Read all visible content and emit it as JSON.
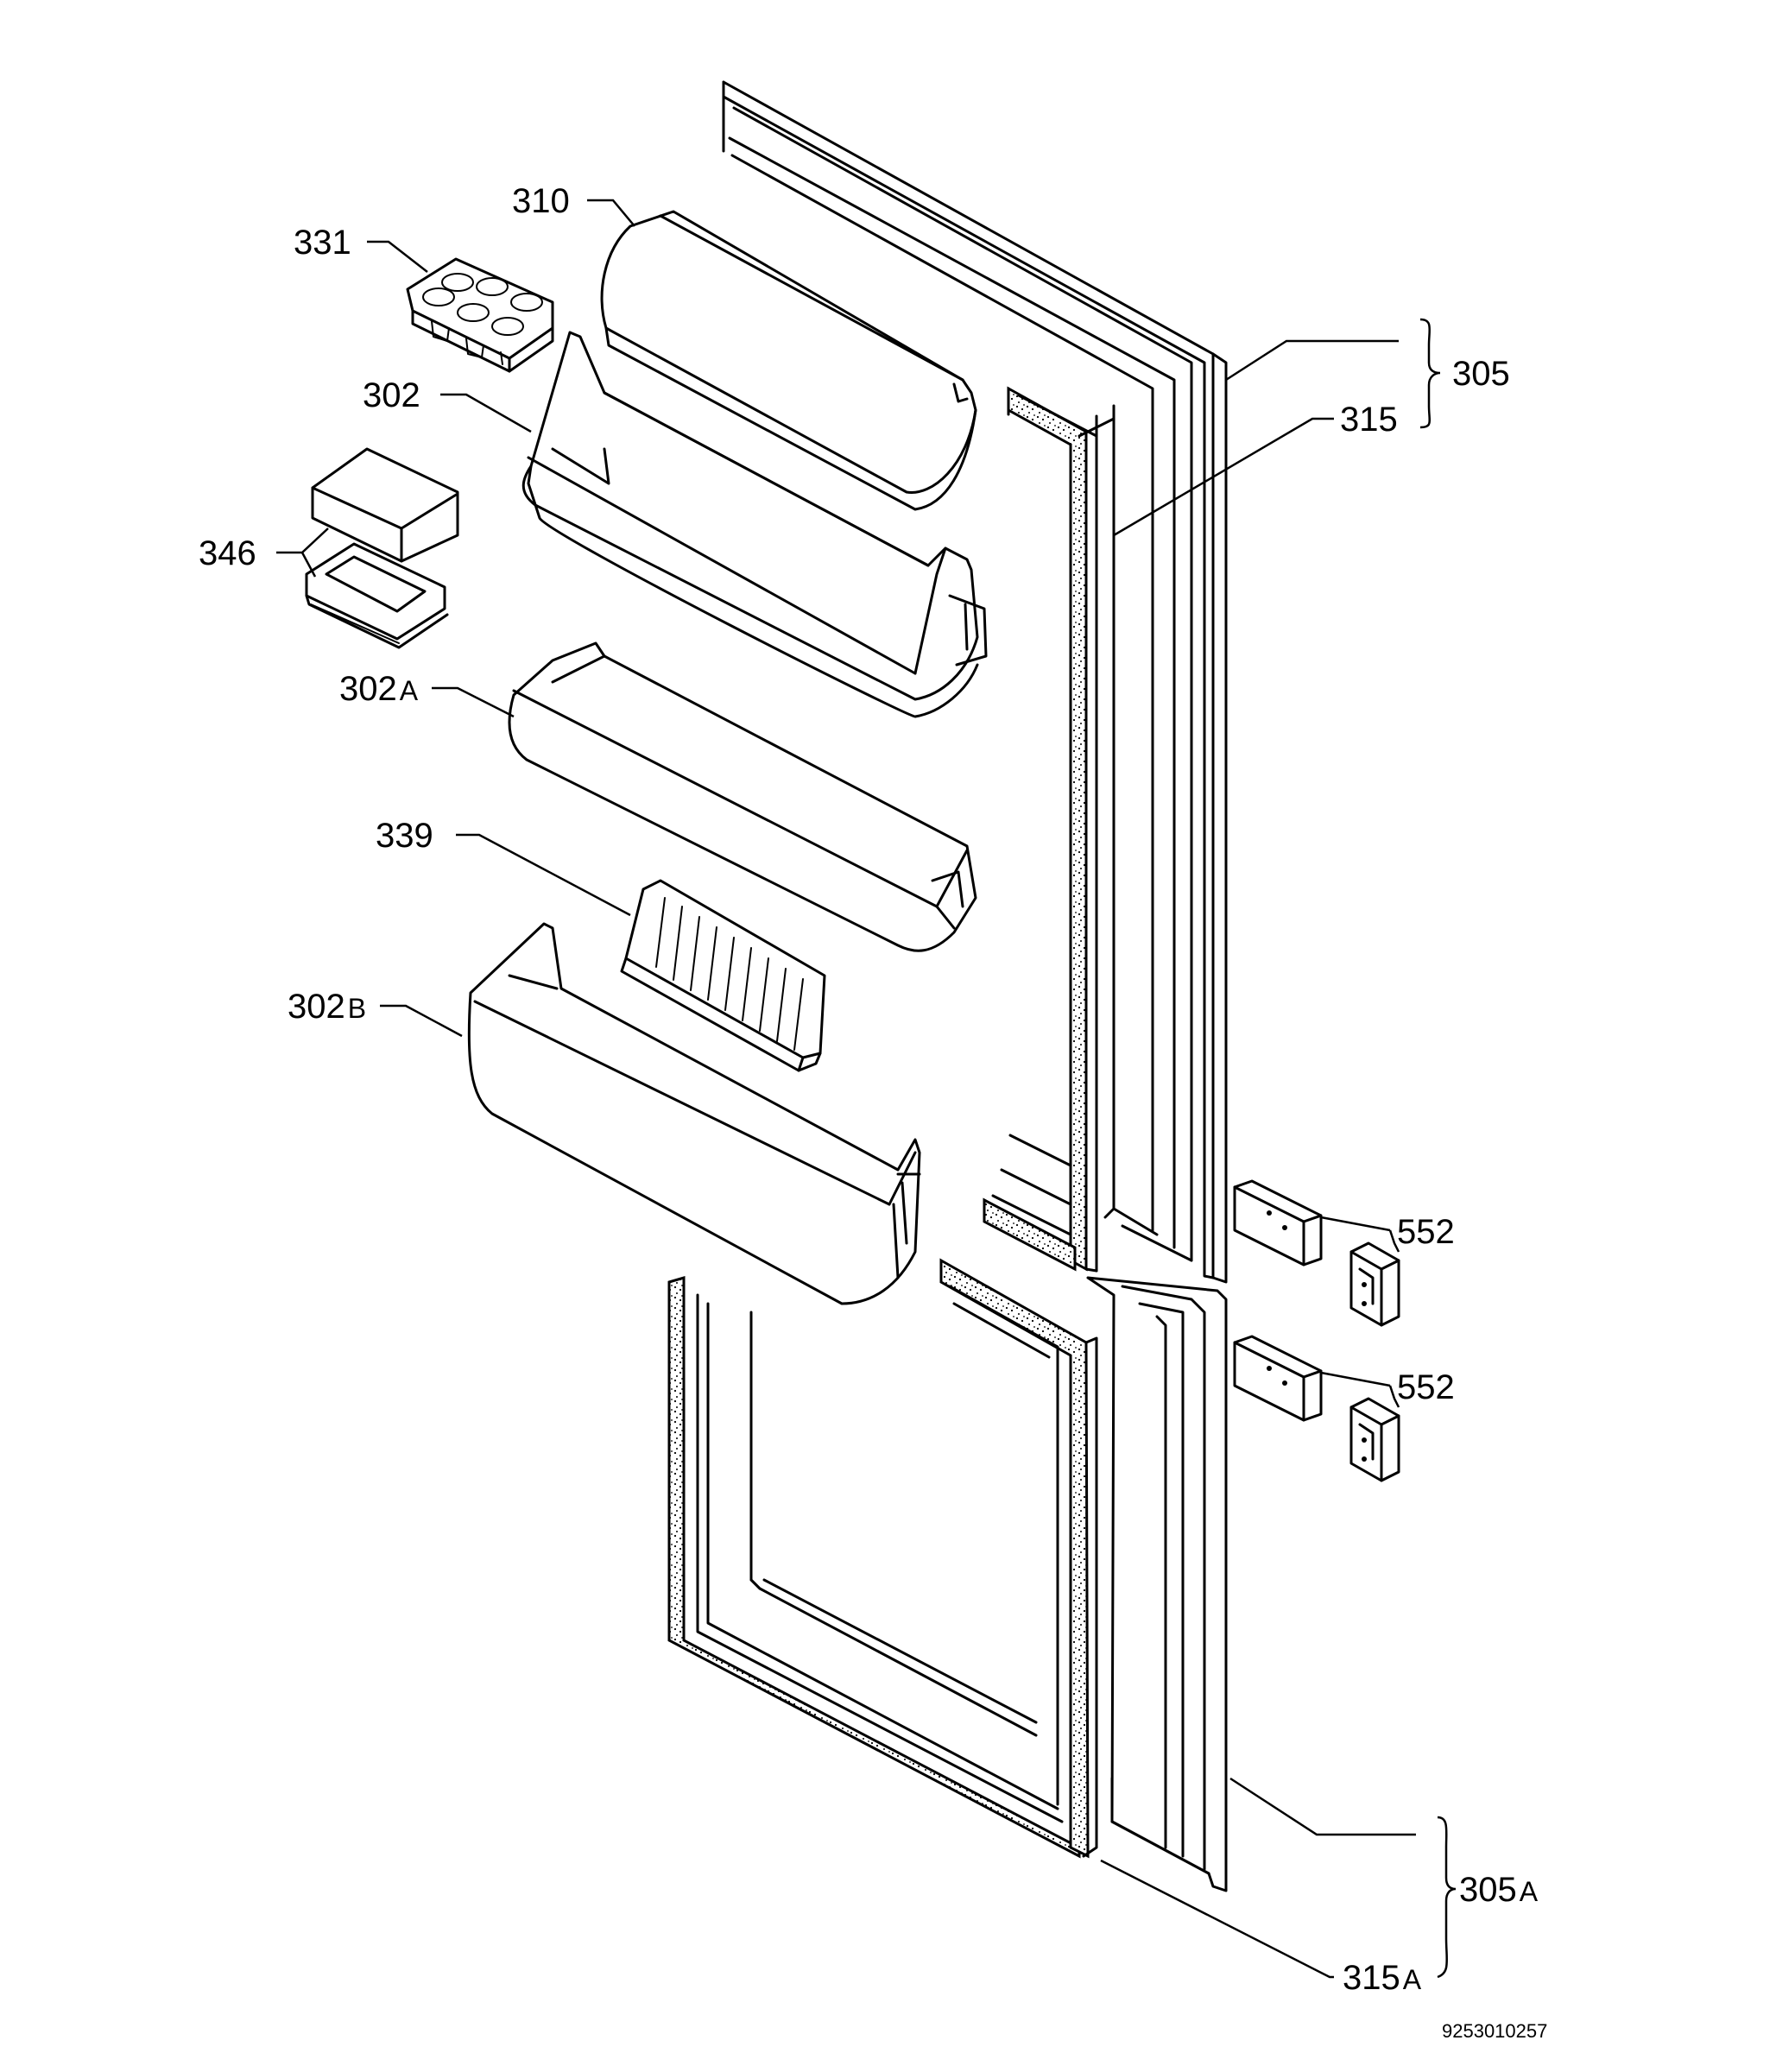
{
  "diagram": {
    "document_code": "9253010257",
    "callouts": [
      {
        "id": "310",
        "text": "310",
        "suffix": ""
      },
      {
        "id": "331",
        "text": "331",
        "suffix": ""
      },
      {
        "id": "302",
        "text": "302",
        "suffix": ""
      },
      {
        "id": "346",
        "text": "346",
        "suffix": ""
      },
      {
        "id": "302a",
        "text": "302",
        "suffix": "A"
      },
      {
        "id": "339",
        "text": "339",
        "suffix": ""
      },
      {
        "id": "302b",
        "text": "302",
        "suffix": "B"
      },
      {
        "id": "305",
        "text": "305",
        "suffix": ""
      },
      {
        "id": "315",
        "text": "315",
        "suffix": ""
      },
      {
        "id": "552_top",
        "text": "552",
        "suffix": ""
      },
      {
        "id": "552_bottom",
        "text": "552",
        "suffix": ""
      },
      {
        "id": "305a",
        "text": "305",
        "suffix": "A"
      },
      {
        "id": "315a",
        "text": "315",
        "suffix": "A"
      }
    ]
  }
}
